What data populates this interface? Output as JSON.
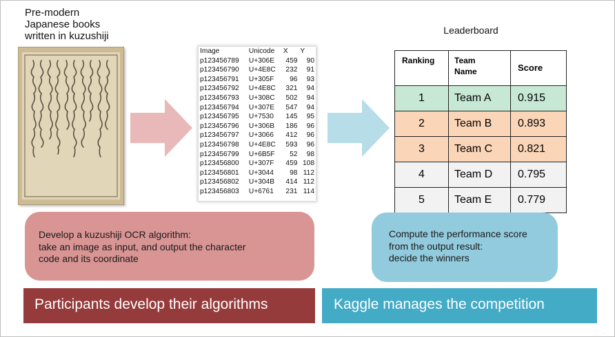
{
  "book": {
    "caption": "Pre-modern\nJapanese books\nwritten in kuzushiji"
  },
  "csv": {
    "headers": [
      "Image",
      "Unicode",
      "X",
      "Y"
    ],
    "rows": [
      [
        "p123456789",
        "U+306E",
        "459",
        "90"
      ],
      [
        "p123456790",
        "U+4E8C",
        "232",
        "91"
      ],
      [
        "p123456791",
        "U+305F",
        "96",
        "93"
      ],
      [
        "p123456792",
        "U+4E8C",
        "321",
        "94"
      ],
      [
        "p123456793",
        "U+308C",
        "502",
        "94"
      ],
      [
        "p123456794",
        "U+307E",
        "547",
        "94"
      ],
      [
        "p123456795",
        "U+7530",
        "145",
        "95"
      ],
      [
        "p123456796",
        "U+306B",
        "186",
        "96"
      ],
      [
        "p123456797",
        "U+3066",
        "412",
        "96"
      ],
      [
        "p123456798",
        "U+4E8C",
        "593",
        "96"
      ],
      [
        "p123456799",
        "U+6B5F",
        "52",
        "98"
      ],
      [
        "p123456800",
        "U+307F",
        "459",
        "108"
      ],
      [
        "p123456801",
        "U+3044",
        "98",
        "112"
      ],
      [
        "p123456802",
        "U+304B",
        "414",
        "112"
      ],
      [
        "p123456803",
        "U+6761",
        "231",
        "114"
      ]
    ]
  },
  "leaderboard": {
    "title": "Leaderboard",
    "headers": {
      "ranking": "Ranking",
      "team_line1": "Team",
      "team_line2": "Name",
      "score": "Score"
    },
    "rows": [
      {
        "rank": "1",
        "team": "Team A",
        "score": "0.915",
        "color": "#c6e8d4"
      },
      {
        "rank": "2",
        "team": "Team B",
        "score": "0.893",
        "color": "#fbd5b7"
      },
      {
        "rank": "3",
        "team": "Team C",
        "score": "0.821",
        "color": "#fbd5b7"
      },
      {
        "rank": "4",
        "team": "Team D",
        "score": "0.795",
        "color": "#f2f2f2"
      },
      {
        "rank": "5",
        "team": "Team E",
        "score": "0.779",
        "color": "#f2f2f2"
      }
    ]
  },
  "participants_box": {
    "line1": "Develop a kuzushiji  OCR algorithm:",
    "line2": "take an image as input, and output the character",
    "line3": "code and its coordinate"
  },
  "kaggle_box": {
    "line1": "Compute the performance score",
    "line2": "from the output result:",
    "line3": "decide the winners"
  },
  "banners": {
    "participants": "Participants develop their algorithms",
    "kaggle": "Kaggle manages the competition"
  },
  "colors": {
    "arrow_left": "#e9b9b9",
    "arrow_right": "#b7dde9",
    "pink_box": "#d99494",
    "blue_box": "#92cbdd",
    "red_banner": "#963b3b",
    "teal_banner": "#43abc6"
  }
}
